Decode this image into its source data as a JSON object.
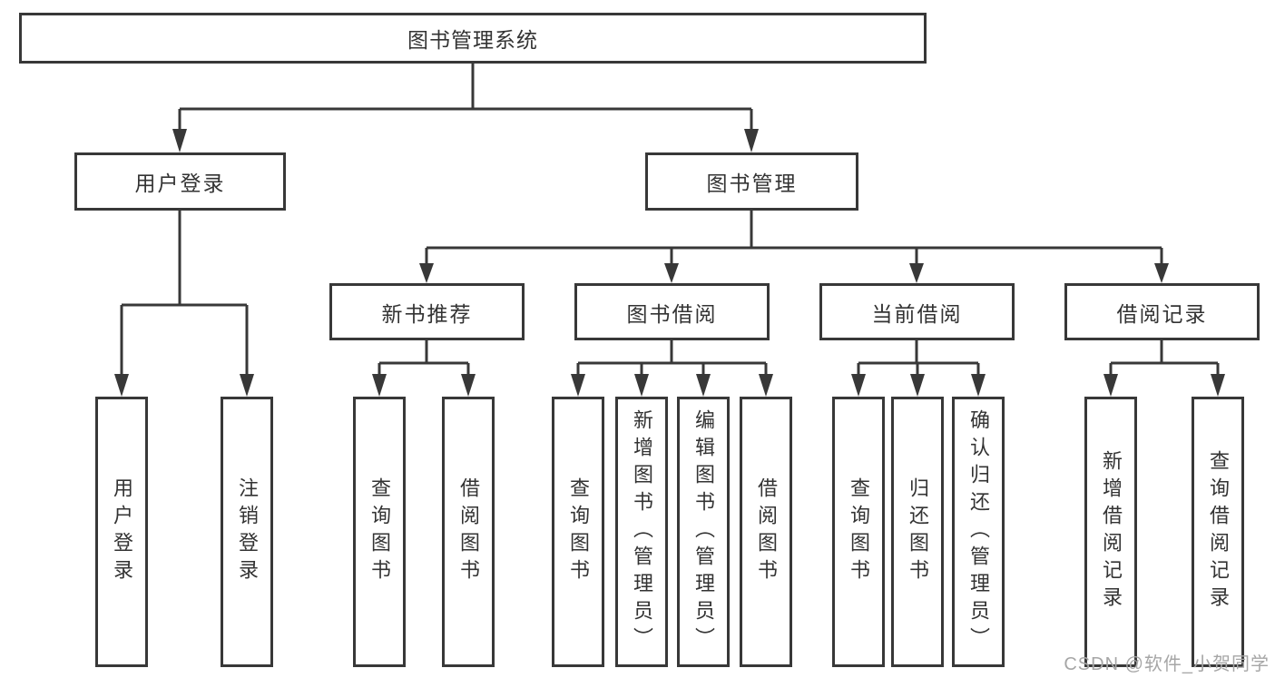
{
  "colors": {
    "line": "#383838",
    "box_border": "#383838",
    "text": "#333333",
    "background": "#ffffff",
    "watermark": "#a6a6a6"
  },
  "watermark": {
    "text": "CSDN @软件_小贺同学"
  },
  "tree": {
    "root": {
      "label": "图书管理系统"
    },
    "branches": [
      {
        "label": "用户登录",
        "children": [
          {
            "label": "用户登录"
          },
          {
            "label": "注销登录"
          }
        ]
      },
      {
        "label": "图书管理",
        "children": [
          {
            "label": "新书推荐",
            "children": [
              {
                "label": "查询图书"
              },
              {
                "label": "借阅图书"
              }
            ]
          },
          {
            "label": "图书借阅",
            "children": [
              {
                "label": "查询图书"
              },
              {
                "label": "新增图书（管理员）"
              },
              {
                "label": "编辑图书（管理员）"
              },
              {
                "label": "借阅图书"
              }
            ]
          },
          {
            "label": "当前借阅",
            "children": [
              {
                "label": "查询图书"
              },
              {
                "label": "归还图书"
              },
              {
                "label": "确认归还（管理员）"
              }
            ]
          },
          {
            "label": "借阅记录",
            "children": [
              {
                "label": "新增借阅记录"
              },
              {
                "label": "查询借阅记录"
              }
            ]
          }
        ]
      }
    ]
  }
}
